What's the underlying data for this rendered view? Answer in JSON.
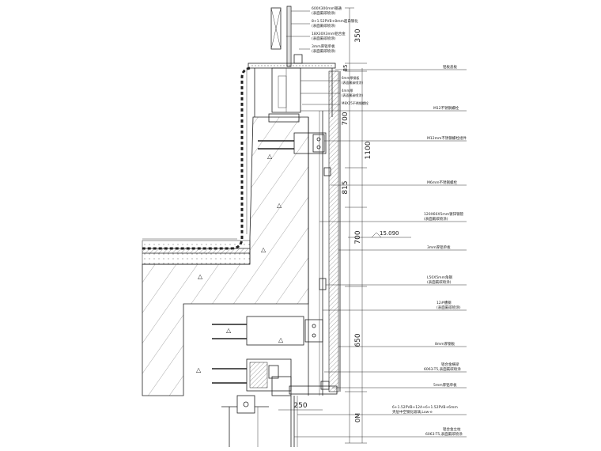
{
  "top_labels": [
    "600X300mm钢通",
    "(表面氟碳喷涂)",
    "8+1.52PVB+8mm超白钢化",
    "(表面氟碳喷涂)",
    "18X30X3mm铝合金",
    "(表面氟碳喷涂)",
    "3mm厚铝单板",
    "(表面氟碳喷涂)"
  ],
  "right_labels": [
    "铝板盖板",
    "6mm厚钢板",
    "(表面氟碳喷涂)",
    "4mm厚",
    "(表面氟碳喷涂)",
    "M8X25不锈钢螺栓",
    "M12不锈钢螺栓",
    "M12mm不锈钢螺栓组件",
    "M6mm不锈钢螺栓",
    "120X60X5mm镀锌钢管",
    "(表面氟碳喷涂)",
    "3mm厚铝单板",
    "L50X5mm角钢",
    "(表面氟碳喷涂)",
    "12#槽钢",
    "(表面氟碳喷涂)",
    "8mm厚钢板",
    "铝合金横梁",
    "6063-T5,表面氟碳喷涂",
    "5mm厚铝单板",
    "6+1.52PVB+12A+6+1.52PVB+6mm",
    "夹层中空钢化玻璃,Low-e",
    "铝合金立柱",
    "6063-T5,表面氟碳喷涂"
  ],
  "dimensions": {
    "top": "350",
    "h85": "85",
    "h700": "700",
    "h815": "815",
    "h1100": "1100",
    "h700b": "700",
    "h650": "650",
    "h0m": "0M",
    "w250": "250"
  },
  "level_mark": "15.090",
  "colors": {
    "line": "#222222",
    "background": "#ffffff"
  }
}
